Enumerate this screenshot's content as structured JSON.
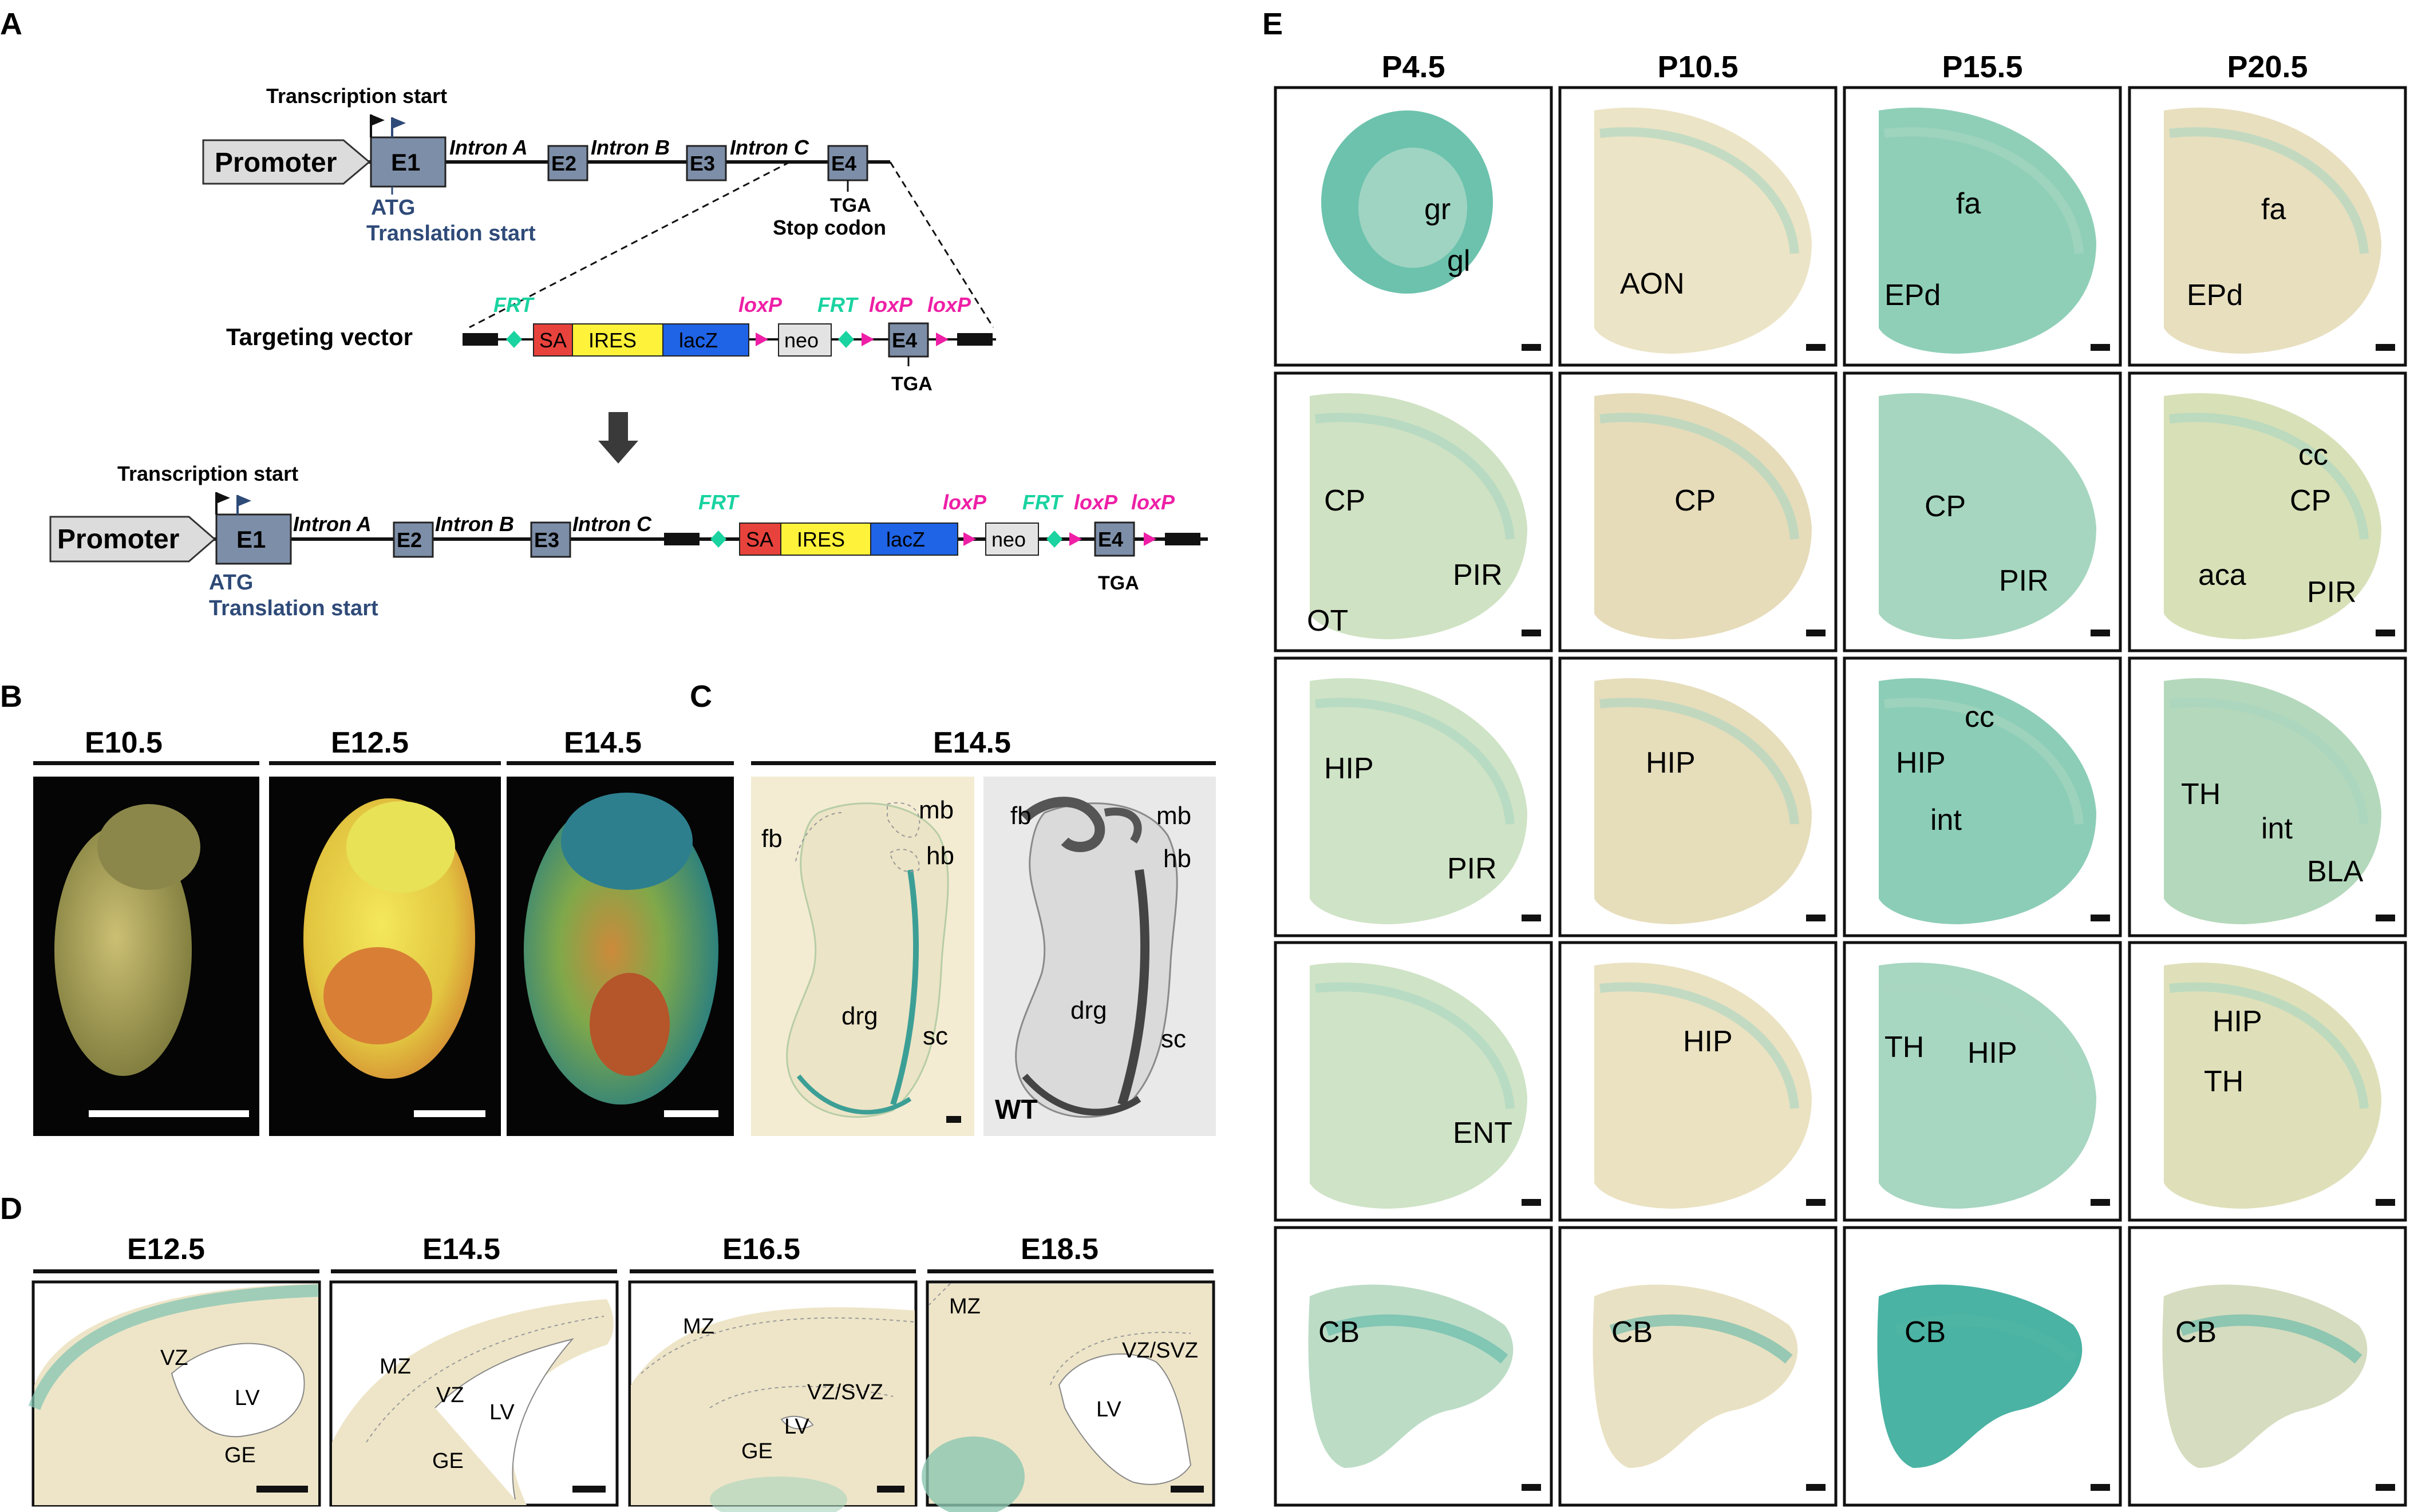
{
  "panel_letters": {
    "a": "A",
    "b": "B",
    "c": "C",
    "d": "D",
    "e": "E"
  },
  "panel_a": {
    "transcription_start": "Transcription start",
    "promoter": "Promoter",
    "exons": [
      "E1",
      "E2",
      "E3",
      "E4"
    ],
    "introns": [
      "Intron A",
      "Intron B",
      "Intron C"
    ],
    "atg": "ATG",
    "translation_start": "Translation start",
    "tga": "TGA",
    "stop_codon": "Stop codon",
    "targeting_vector": "Targeting vector",
    "frt": "FRT",
    "loxp": "loxP",
    "cassette": {
      "sa": "SA",
      "ires": "IRES",
      "lacz": "lacZ",
      "neo": "neo"
    },
    "colors": {
      "exon": "#7d8ea8",
      "sa": "#e8423c",
      "ires": "#fff23a",
      "lacz": "#1f63e6",
      "frt": "#19d3a0",
      "loxp": "#ee1fa6",
      "arrow": "#3a3a3a",
      "promoter": "#dcdcdc",
      "atg_text": "#2e4a78"
    }
  },
  "panel_b": {
    "stages": [
      "E10.5",
      "E12.5",
      "E14.5"
    ]
  },
  "panel_c": {
    "stage": "E14.5",
    "left_labels": [
      "fb",
      "mb",
      "hb",
      "drg",
      "sc"
    ],
    "right_labels": [
      "fb",
      "mb",
      "hb",
      "drg",
      "sc"
    ],
    "wt": "WT"
  },
  "panel_d": {
    "stages": [
      "E12.5",
      "E14.5",
      "E16.5",
      "E18.5"
    ],
    "labels": [
      [
        "VZ",
        "LV",
        "GE"
      ],
      [
        "MZ",
        "VZ",
        "LV",
        "GE"
      ],
      [
        "MZ",
        "VZ/SVZ",
        "LV",
        "GE"
      ],
      [
        "MZ",
        "VZ/SVZ",
        "LV"
      ]
    ]
  },
  "panel_e": {
    "columns": [
      "P4.5",
      "P10.5",
      "P15.5",
      "P20.5"
    ],
    "rows": [
      [
        [
          "gr",
          "gl"
        ],
        [
          "AON"
        ],
        [
          "fa",
          "EPd"
        ],
        [
          "fa",
          "EPd"
        ]
      ],
      [
        [
          "CP",
          "PIR",
          "OT"
        ],
        [
          "CP"
        ],
        [
          "CP",
          "PIR"
        ],
        [
          "cc",
          "CP",
          "aca",
          "PIR"
        ]
      ],
      [
        [
          "HIP",
          "PIR"
        ],
        [
          "HIP"
        ],
        [
          "cc",
          "HIP",
          "int"
        ],
        [
          "TH",
          "int",
          "BLA"
        ]
      ],
      [
        [
          "ENT"
        ],
        [
          "HIP"
        ],
        [
          "TH",
          "HIP"
        ],
        [
          "HIP",
          "TH"
        ]
      ],
      [
        [
          "CB"
        ],
        [
          "CB"
        ],
        [
          "CB"
        ],
        [
          "CB"
        ]
      ]
    ]
  }
}
